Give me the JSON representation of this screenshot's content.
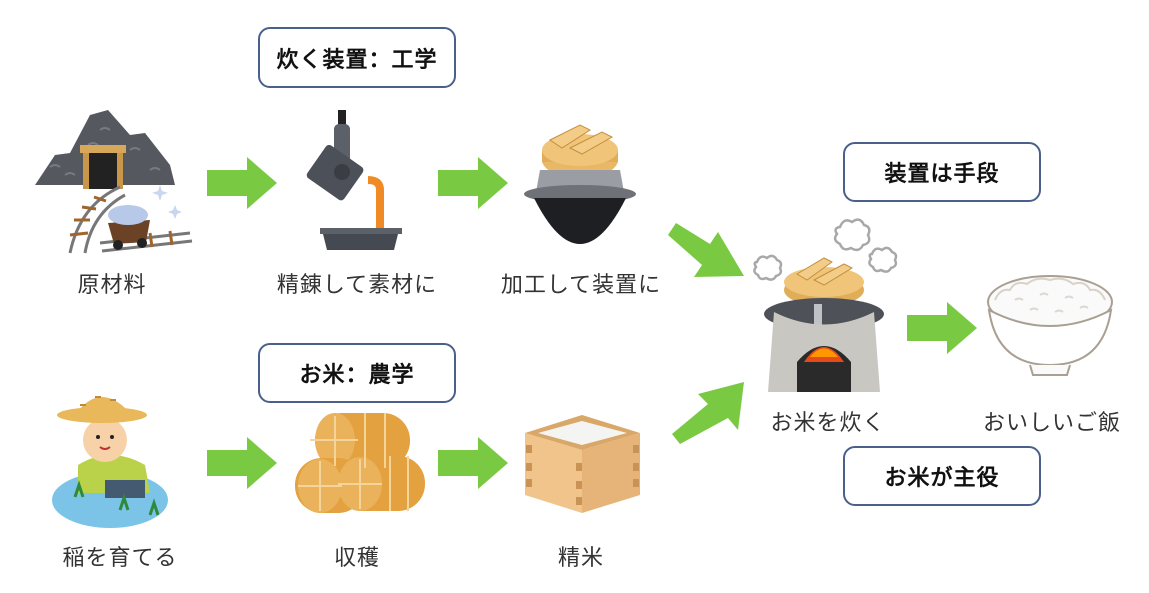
{
  "colors": {
    "arrow": "#7ac943",
    "callout_border": "#4a5f8c",
    "label_text": "#333333"
  },
  "callouts": {
    "cooking_device": "炊く装置：工学",
    "rice_agriculture": "お米：農学",
    "device_is_means": "装置は手段",
    "rice_is_main": "お米が主役"
  },
  "engineering_row": {
    "steps": [
      {
        "label": "原材料",
        "icon": "mine-icon"
      },
      {
        "label": "精錬して素材に",
        "icon": "smelting-ladle-icon"
      },
      {
        "label": "加工して装置に",
        "icon": "rice-pot-icon"
      }
    ]
  },
  "agriculture_row": {
    "steps": [
      {
        "label": "稲を育てる",
        "icon": "farmer-planting-icon"
      },
      {
        "label": "収穫",
        "icon": "rice-bales-icon"
      },
      {
        "label": "精米",
        "icon": "rice-measure-box-icon"
      }
    ]
  },
  "result": {
    "cook": {
      "label": "お米を炊く",
      "icon": "stove-cooking-icon"
    },
    "final": {
      "label": "おいしいご飯",
      "icon": "rice-bowl-icon"
    }
  }
}
